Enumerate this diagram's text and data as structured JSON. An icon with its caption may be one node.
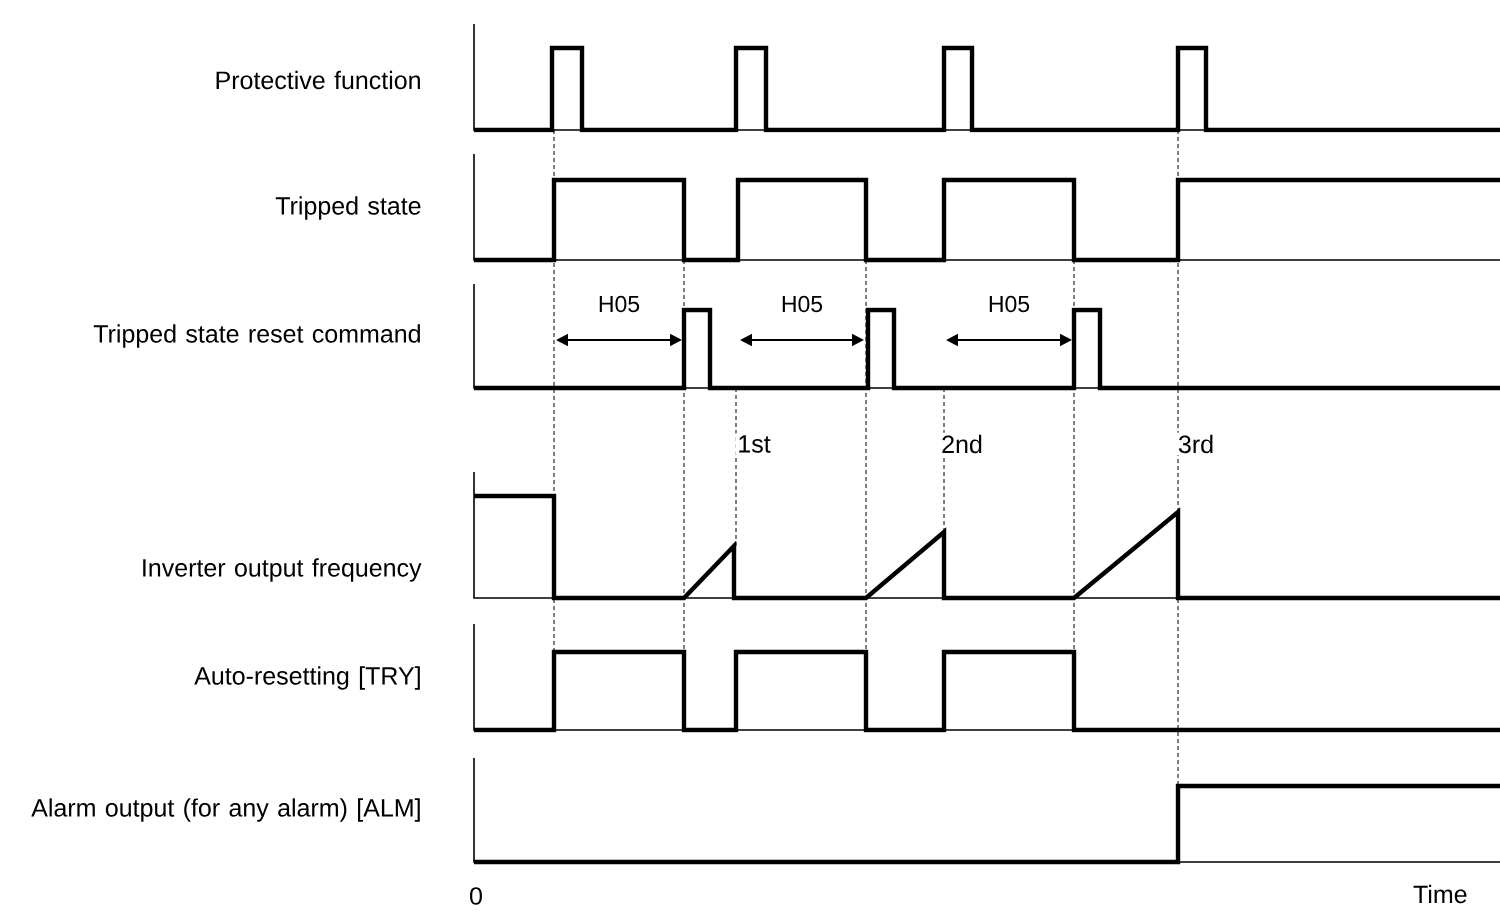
{
  "diagram": {
    "labels": [
      "Protective function",
      "Tripped state",
      "Tripped state reset command",
      "H05",
      "H05",
      "H05",
      "1st",
      "2nd",
      "3rd",
      "Inverter output frequency",
      "Auto-resetting [TRY]",
      "Alarm output (for any alarm) [ALM]",
      "0",
      "Time"
    ]
  }
}
